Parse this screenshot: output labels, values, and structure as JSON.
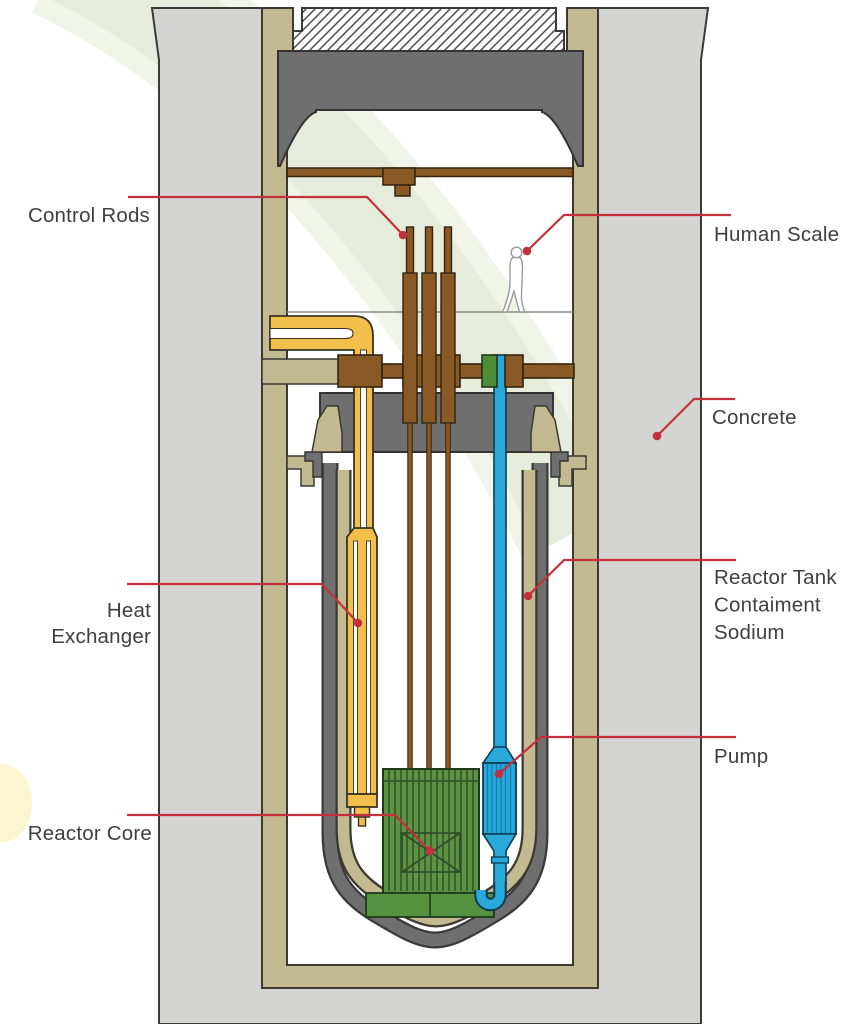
{
  "diagram": {
    "labels": {
      "control_rods": {
        "text": "Control Rods"
      },
      "human_scale": {
        "text": "Human Scale"
      },
      "concrete": {
        "text": "Concrete"
      },
      "heat_exchanger": {
        "lines": [
          "Heat",
          "Exchanger"
        ]
      },
      "reactor_tank": {
        "lines": [
          "Reactor Tank",
          "Contaiment",
          "Sodium"
        ]
      },
      "pump": {
        "text": "Pump"
      },
      "reactor_core": {
        "text": "Reactor Core"
      }
    }
  },
  "colors": {
    "swoosh": "#e6ecdb",
    "swoosh_light": "#f1f4e9",
    "glow": "#fdf5d2",
    "concrete": "#d4d4d3",
    "tan": "#c3ba92",
    "gray": "#6f6f6f",
    "brown": "#8a5a26",
    "yellow": "#f1bf4a",
    "blue": "#29a8da",
    "blue_stripe": "#0f7fae",
    "green": "#5d9143",
    "green_stripe": "#2f4f26",
    "green_pedestal": "#55923f",
    "green_plug": "#4d8c39",
    "red": "#c2313c",
    "text": "#3f3f3f"
  }
}
